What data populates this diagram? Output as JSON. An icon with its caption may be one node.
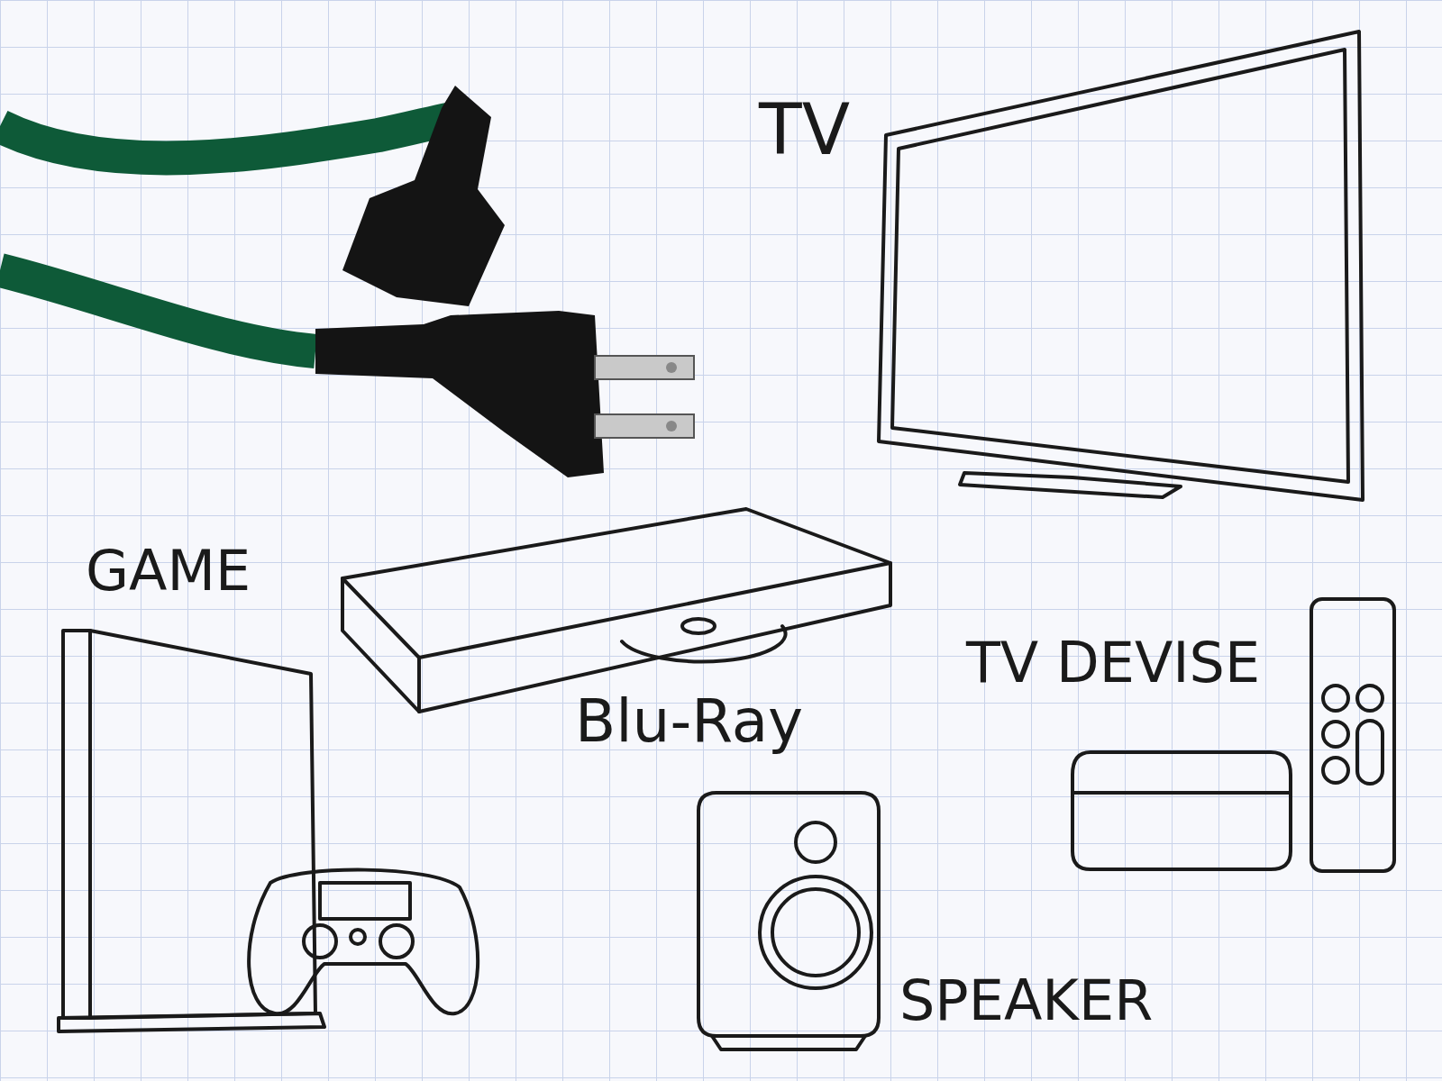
{
  "diagram": {
    "labels": [
      "TV",
      "GAME",
      "TV DEVISE",
      "Blu-Ray",
      "SPEAKER"
    ]
  }
}
